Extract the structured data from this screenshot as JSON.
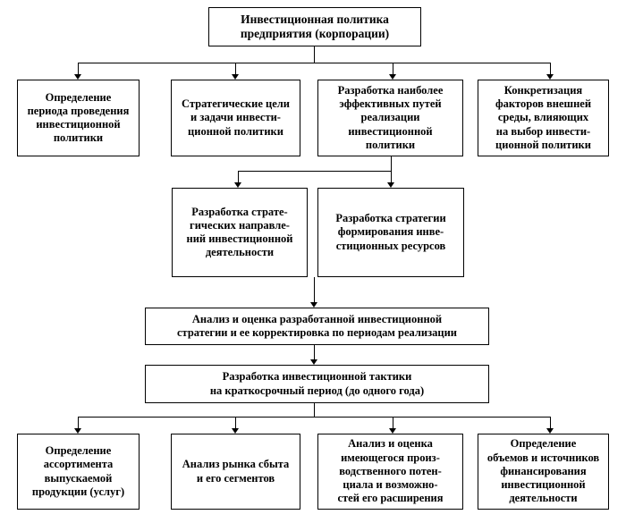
{
  "diagram": {
    "title_box": {
      "text": "Инвестиционная политика\nпредприятия (корпорации)"
    },
    "level2": [
      {
        "text": "Определение\nпериода проведения\nинвестиционной\nполитики"
      },
      {
        "text": "Стратегические цели\nи задачи инвести-\nционной политики"
      },
      {
        "text": "Разработка наиболее\nэффективных путей\nреализации\nинвестиционной\nполитики"
      },
      {
        "text": "Конкретизация\nфакторов внешней\nсреды, влияющих\nна выбор инвести-\nционной политики"
      }
    ],
    "level3": [
      {
        "text": "Разработка страте-\nгических направле-\nний инвестиционной\nдеятельности"
      },
      {
        "text": "Разработка стратегии\nформирования инве-\nстиционных ресурсов"
      }
    ],
    "level4": {
      "text": "Анализ и оценка разработанной инвестиционной\nстратегии и ее корректировка по периодам реализации"
    },
    "level5": {
      "text": "Разработка инвестиционной тактики\nна краткосрочный период (до одного года)"
    },
    "level6": [
      {
        "text": "Определение\nассортимента\nвыпускаемой\nпродукции (услуг)"
      },
      {
        "text": "Анализ рынка сбыта\nи его сегментов"
      },
      {
        "text": "Анализ и оценка\nимеющегося произ-\nводственного потен-\nциала и возможно-\nстей его расширения"
      },
      {
        "text": "Определение\nобъемов и источников\nфинансирования\nинвестиционной\nдеятельности"
      }
    ]
  }
}
